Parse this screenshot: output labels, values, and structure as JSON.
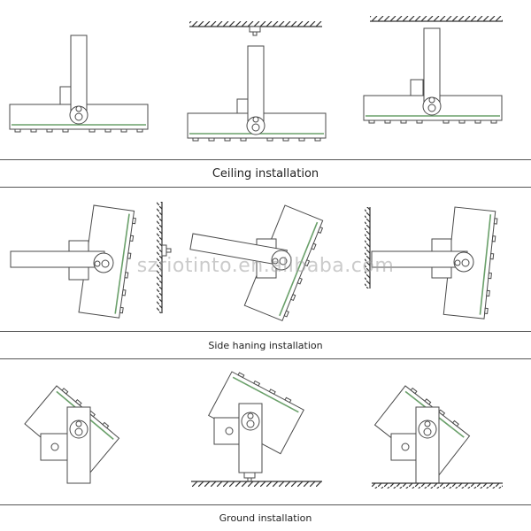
{
  "sections": [
    {
      "id": "ceiling",
      "caption": "Ceiling installation"
    },
    {
      "id": "side",
      "caption": "Side haning installation"
    },
    {
      "id": "ground",
      "caption": "Ground installation"
    }
  ],
  "watermark": "szriotinto.en.alibaba.com",
  "colors": {
    "line": "#4a4a4a",
    "lens": "#6aa06a",
    "hatch": "#333333",
    "background": "#ffffff"
  }
}
